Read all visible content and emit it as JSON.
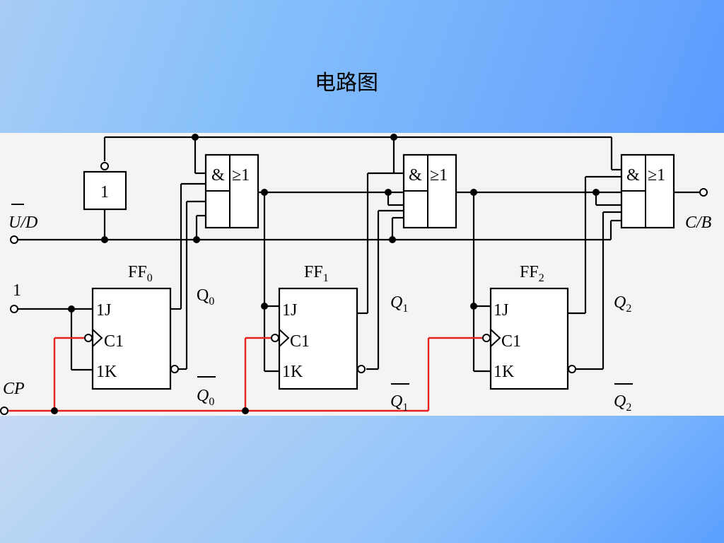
{
  "title": "电路图",
  "gates": {
    "inverter": "1",
    "and_label": "&",
    "or_label": "≥1"
  },
  "signals": {
    "ud": "U/D",
    "cb": "C/B",
    "cp": "CP",
    "one": "1"
  },
  "flipflops": [
    {
      "name": "FF",
      "sub": "0",
      "j": "1J",
      "c": "C1",
      "k": "1K",
      "q": "Q",
      "q_sub": "0",
      "qb": "Q",
      "qb_sub": "0"
    },
    {
      "name": "FF",
      "sub": "1",
      "j": "1J",
      "c": "C1",
      "k": "1K",
      "q": "Q",
      "q_sub": "1",
      "qb": "Q",
      "qb_sub": "1"
    },
    {
      "name": "FF",
      "sub": "2",
      "j": "1J",
      "c": "C1",
      "k": "1K",
      "q": "Q",
      "q_sub": "2",
      "qb": "Q",
      "qb_sub": "2"
    }
  ],
  "colors": {
    "clock_wire": "#e8231f",
    "wire": "#000000"
  }
}
